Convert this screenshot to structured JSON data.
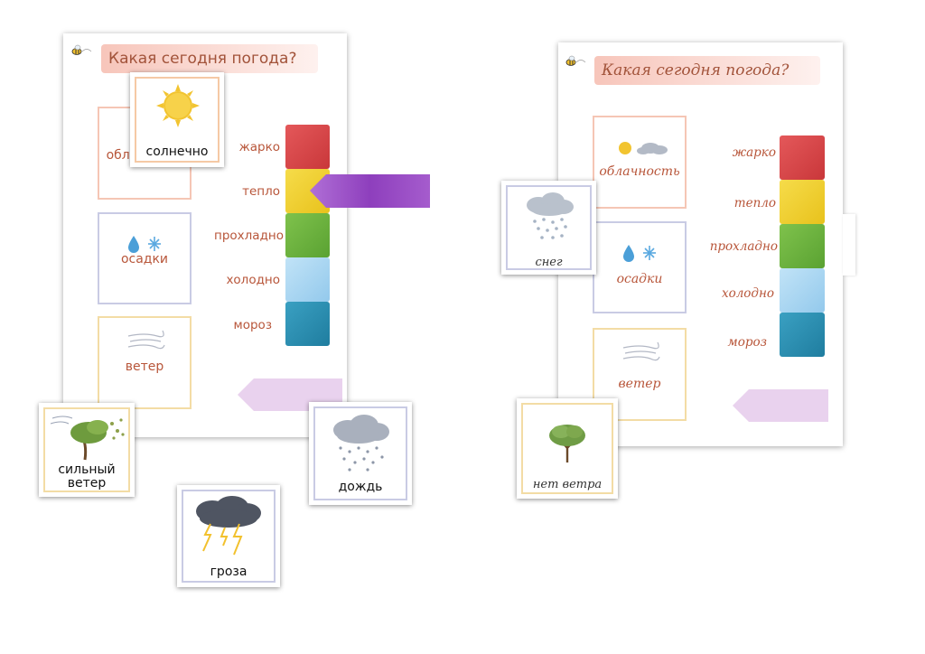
{
  "left_sheet": {
    "title": "Какая сегодня погода?",
    "categories": [
      {
        "label": "облачность",
        "icon": "cloud-sun-icon"
      },
      {
        "label": "осадки",
        "icon": "drop-snowflake-icon"
      },
      {
        "label": "ветер",
        "icon": "wind-icon"
      }
    ],
    "temperatures": [
      "жарко",
      "тепло",
      "прохладно",
      "холодно",
      "мороз"
    ],
    "cards": {
      "sunny": "солнечно",
      "strong_wind_line1": "сильный",
      "strong_wind_line2": "ветер",
      "rain": "дождь",
      "thunderstorm": "гроза"
    }
  },
  "right_sheet": {
    "title": "Какая сегодня погода?",
    "categories": [
      {
        "label": "облачность",
        "icon": "cloud-sun-icon"
      },
      {
        "label": "осадки",
        "icon": "drop-snowflake-icon"
      },
      {
        "label": "ветер",
        "icon": "wind-icon"
      }
    ],
    "temperatures": [
      "жарко",
      "тепло",
      "прохладно",
      "холодно",
      "мороз"
    ],
    "cards": {
      "snow": "снег",
      "no_wind": "нет ветра"
    }
  },
  "colors": {
    "hot": "#d9474a",
    "warm": "#f0cf2c",
    "cool": "#6db33f",
    "cold": "#a9d6f2",
    "frost": "#2d8db0",
    "pointer_active": "#9b4fc7",
    "pointer_idle": "#e6cdea",
    "label": "#b8563a"
  }
}
